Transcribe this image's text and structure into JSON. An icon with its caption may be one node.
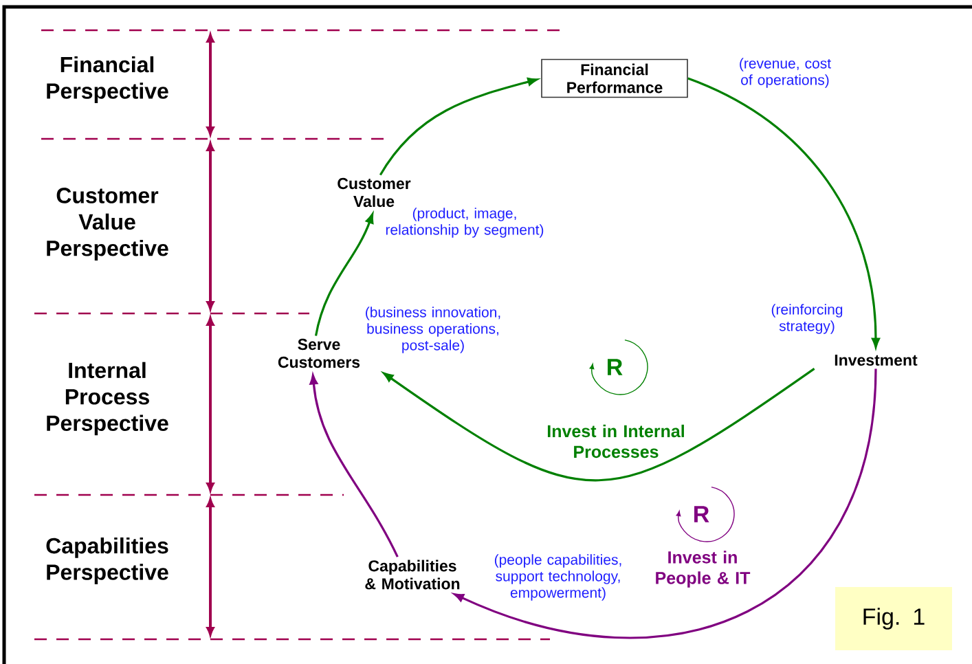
{
  "diagram": {
    "nodes": [
      {
        "text": [
          "Financial Performance"
        ],
        "beside": [
          "(revenue, cost of operations)"
        ]
      },
      {
        "text": [
          "Customer Value"
        ],
        "beside": [
          "(product, image, relationship by segment)"
        ]
      },
      {
        "text": [
          "Serve Customers"
        ],
        "beside": [
          "(business innovation, business operations, post-sale)"
        ]
      },
      {
        "text": [
          "Investment"
        ],
        "beside": [
          "(reinforcing strategy)"
        ]
      },
      {
        "text": [
          "Capabilities & Motivation"
        ],
        "beside": [
          "(people capabilities, support technology, empowerment)"
        ]
      },
      {
        "text": [
          "Fig. 1"
        ]
      }
    ],
    "edges": [
      {
        "from": 1,
        "to": 0,
        "arrow": "to"
      },
      {
        "from": 0,
        "to": 3,
        "arrow": "to"
      },
      {
        "from": 3,
        "to": 2,
        "arrow": "to"
      },
      {
        "from": 2,
        "to": 1,
        "arrow": "to"
      },
      {
        "from": 3,
        "to": 4,
        "arrow": "to",
        "color": "#800080"
      },
      {
        "from": 4,
        "to": 2,
        "arrow": "to",
        "color": "#800080"
      }
    ],
    "labels": [
      "Financial Perspective",
      "Customer Value Perspective",
      "Internal Process Perspective",
      "Capabilities Perspective",
      "R",
      "Invest in Internal Processes",
      "R",
      "Invest in People & IT"
    ]
  }
}
